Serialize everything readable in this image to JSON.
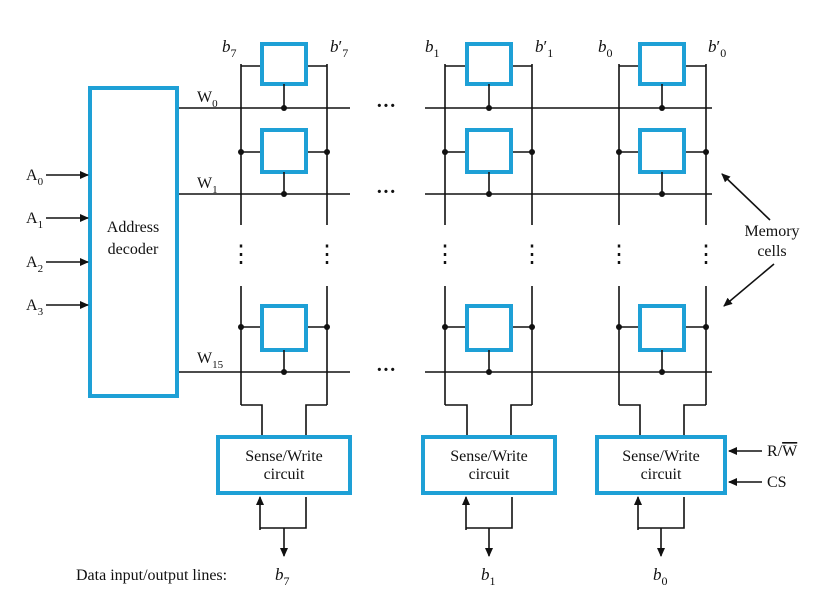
{
  "decoder": {
    "label_line1": "Address",
    "label_line2": "decoder"
  },
  "address_inputs": [
    {
      "base": "A",
      "sub": "0"
    },
    {
      "base": "A",
      "sub": "1"
    },
    {
      "base": "A",
      "sub": "2"
    },
    {
      "base": "A",
      "sub": "3"
    }
  ],
  "word_lines": [
    {
      "base": "W",
      "sub": "0"
    },
    {
      "base": "W",
      "sub": "1"
    },
    {
      "base": "W",
      "sub": "15"
    }
  ],
  "bit_columns": [
    {
      "b": "b",
      "b_sub": "7",
      "bp": "b",
      "bp_sub": "7"
    },
    {
      "b": "b",
      "b_sub": "1",
      "bp": "b",
      "bp_sub": "1"
    },
    {
      "b": "b",
      "b_sub": "0",
      "bp": "b",
      "bp_sub": "0"
    }
  ],
  "sense_write": {
    "line1": "Sense/Write",
    "line2": "circuit"
  },
  "control": {
    "rw": "R/W",
    "rw_r": "R/",
    "rw_w": "W",
    "cs": "CS"
  },
  "memory_cells_label": {
    "line1": "Memory",
    "line2": "cells"
  },
  "data_lines": {
    "label": "Data input/output lines:",
    "outputs": [
      {
        "base": "b",
        "sub": "7"
      },
      {
        "base": "b",
        "sub": "1"
      },
      {
        "base": "b",
        "sub": "0"
      }
    ]
  },
  "ellipsis": "···",
  "vdots": "⋮"
}
